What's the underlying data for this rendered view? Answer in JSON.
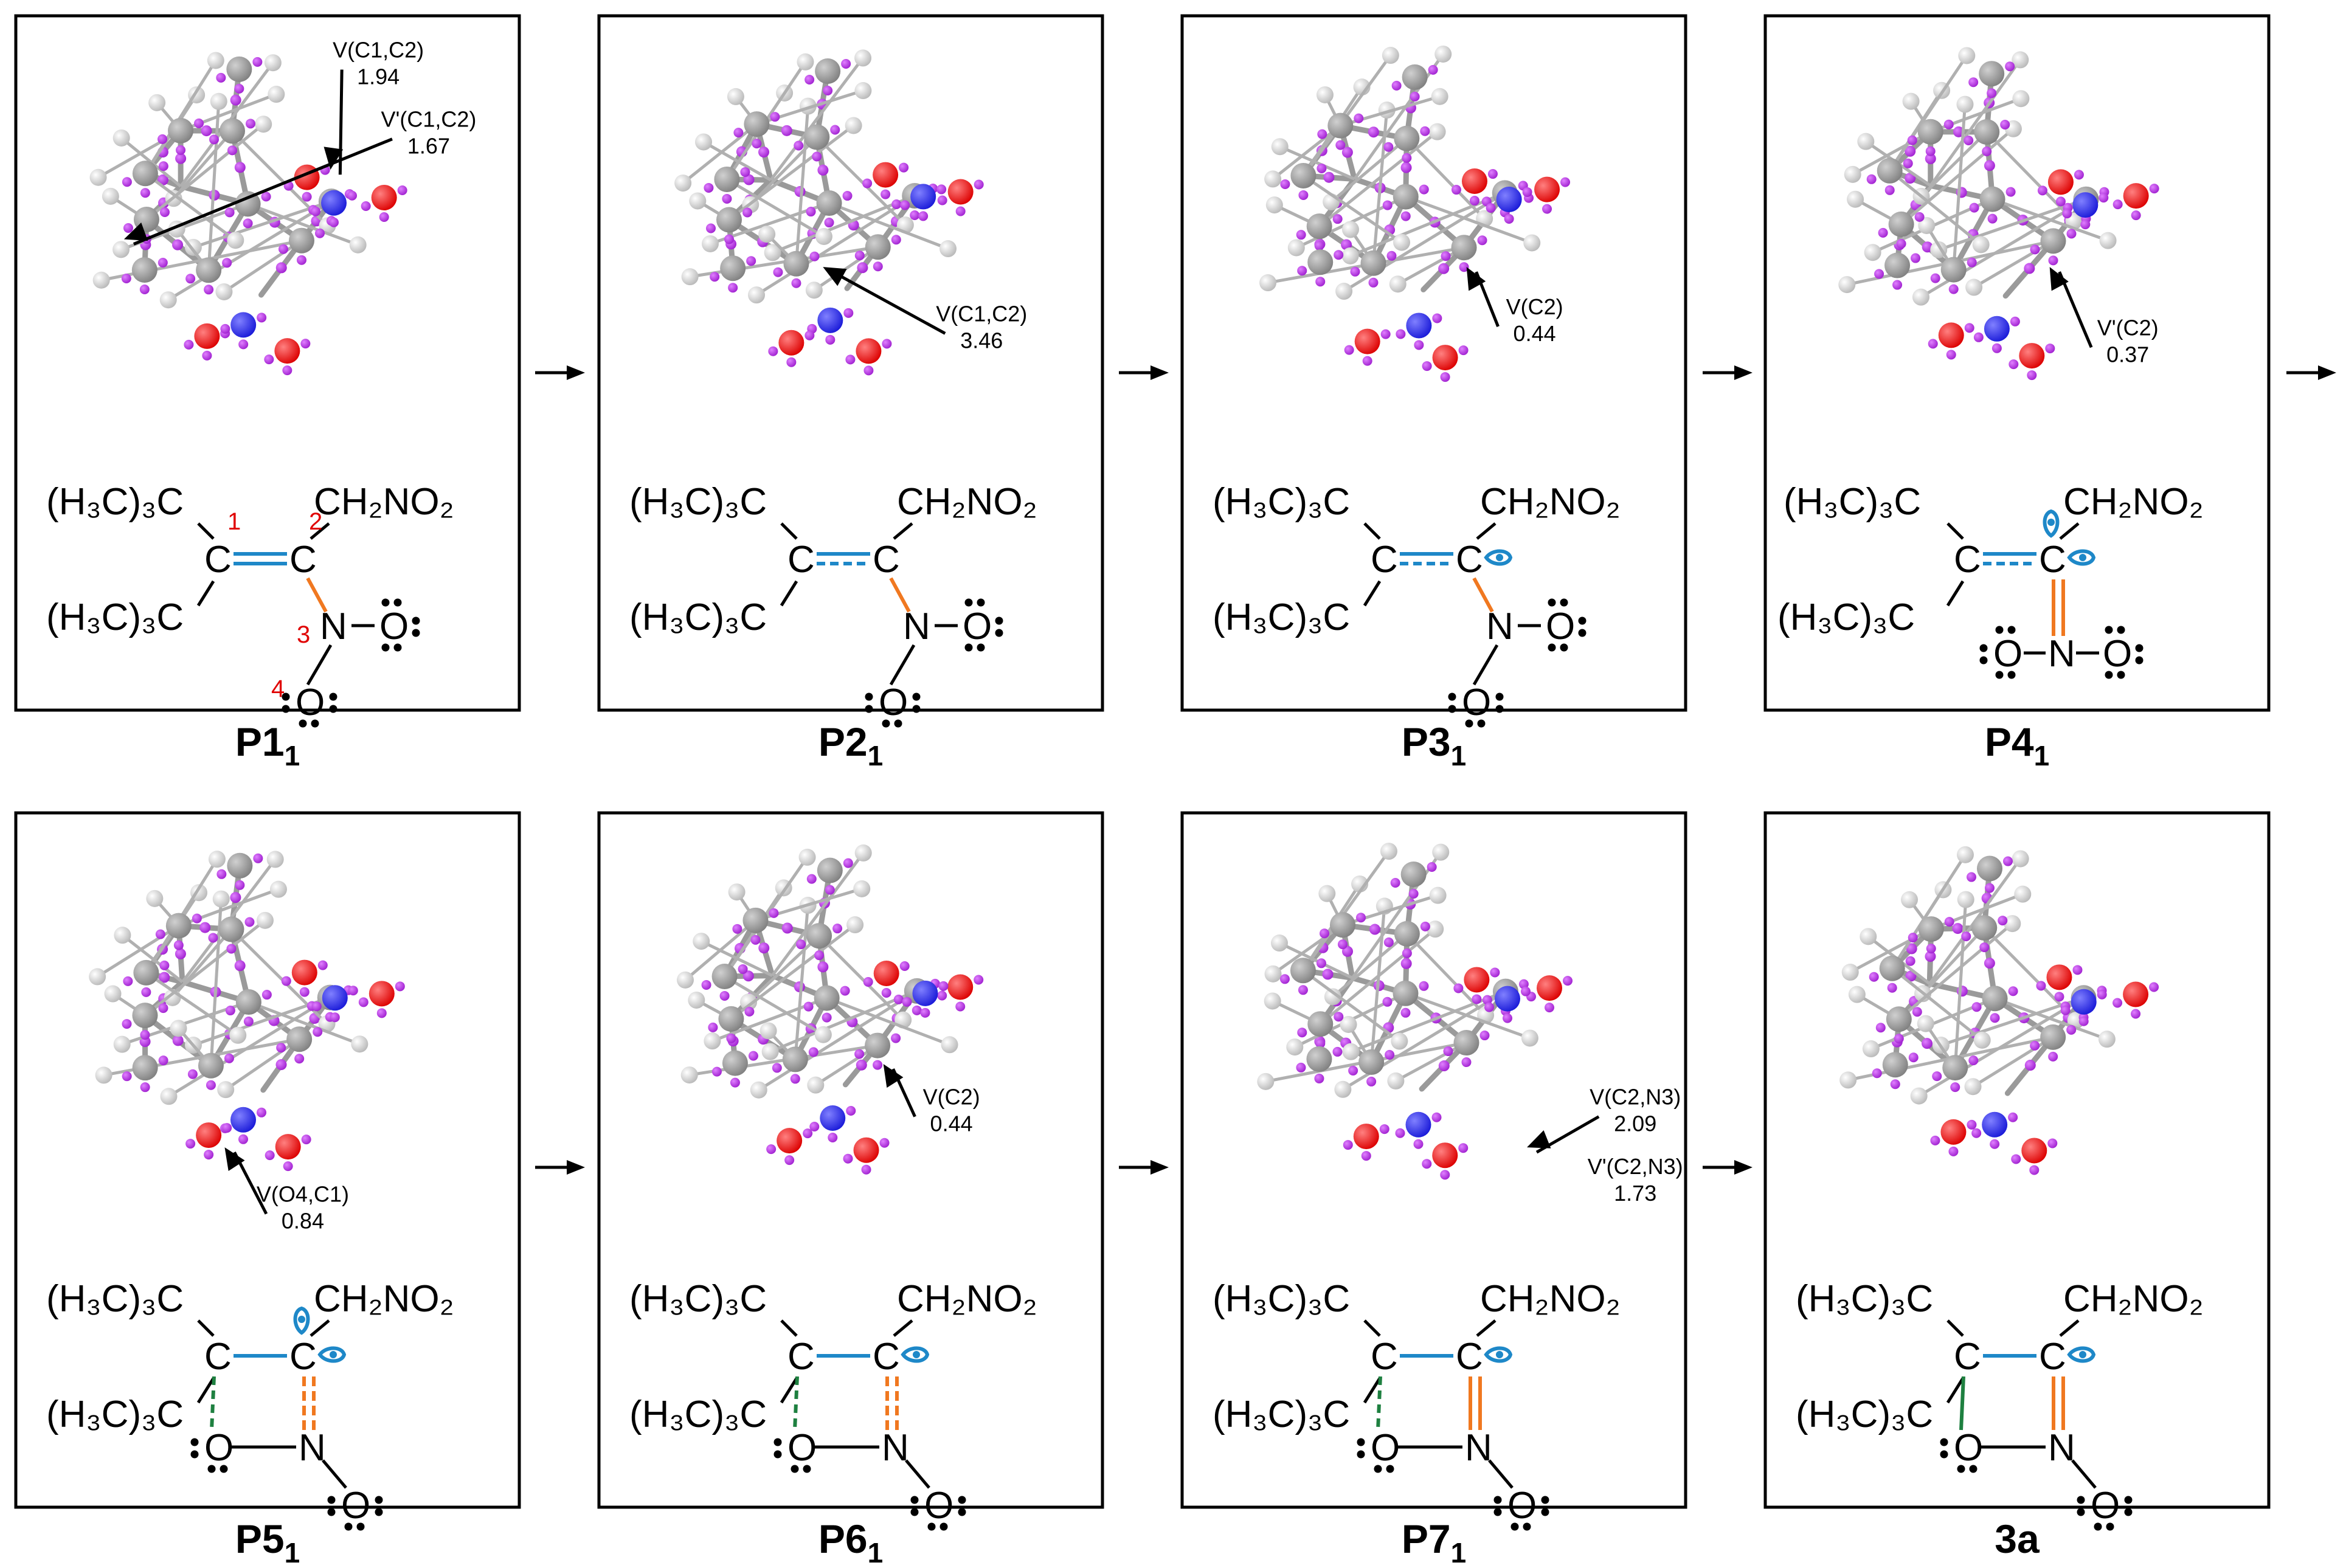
{
  "atom_colors": {
    "carbon": "#808080",
    "hydrogen": "#e4e4e4",
    "oxygen": "#dc0000",
    "nitrogen": "#1a1ad8",
    "basin_attractor": "#a020d0"
  },
  "bond_colors": {
    "cc_bond": "#1e88c8",
    "cn_bond": "#f07820",
    "co_bond": "#1e8040",
    "lone_pair": "#1e88c8"
  },
  "structure_text": {
    "tbu": "(H₃C)₃C",
    "ch2no2": "CH₂NO₂",
    "c": "C",
    "n": "N",
    "o": "O",
    "num1": "1",
    "num2": "2",
    "num3": "3",
    "num4": "4"
  },
  "panels": [
    {
      "stage": "P1",
      "subscript": "1",
      "notes": [
        {
          "label": "V(C1,C2)",
          "value": "1.94"
        },
        {
          "label": "V'(C1,C2)",
          "value": "1.67"
        }
      ]
    },
    {
      "stage": "P2",
      "subscript": "1",
      "notes": [
        {
          "label": "V(C1,C2)",
          "value": "3.46"
        }
      ]
    },
    {
      "stage": "P3",
      "subscript": "1",
      "notes": [
        {
          "label": "V(C2)",
          "value": "0.44"
        }
      ]
    },
    {
      "stage": "P4",
      "subscript": "1",
      "notes": [
        {
          "label": "V'(C2)",
          "value": "0.37"
        }
      ]
    },
    {
      "stage": "P5",
      "subscript": "1",
      "notes": [
        {
          "label": "V(O4,C1)",
          "value": "0.84"
        }
      ]
    },
    {
      "stage": "P6",
      "subscript": "1",
      "notes": [
        {
          "label": "V(C2)",
          "value": "0.44"
        }
      ]
    },
    {
      "stage": "P7",
      "subscript": "1",
      "notes": [
        {
          "label": "V(C2,N3)",
          "value": "2.09"
        },
        {
          "label": "V'(C2,N3)",
          "value": "1.73"
        }
      ]
    },
    {
      "stage": "3a",
      "subscript": "",
      "notes": []
    }
  ]
}
